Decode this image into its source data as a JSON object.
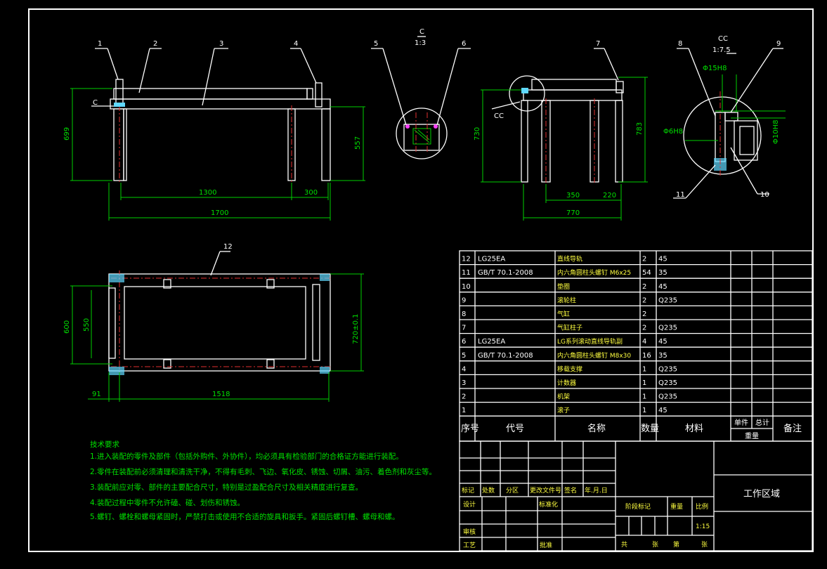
{
  "views": {
    "front": {
      "balloons": [
        "1",
        "2",
        "3",
        "4"
      ],
      "section_marker": "C",
      "dims": {
        "height_left": "699",
        "height_right": "557",
        "span": "1300",
        "offset": "300",
        "total": "1700"
      }
    },
    "detail_c": {
      "title_letter": "C",
      "scale": "1:3",
      "balloons": [
        "5",
        "6"
      ]
    },
    "side": {
      "balloons": [
        "7"
      ],
      "section_marker": "CC",
      "dims": {
        "height_left": "730",
        "height_right": "783",
        "inner": "350",
        "offset": "220",
        "total": "770"
      }
    },
    "detail_cc": {
      "title_letters": "CC",
      "scale": "1:7.5",
      "balloons": [
        "8",
        "9",
        "10",
        "11"
      ],
      "dims": {
        "d15": "Φ15H8",
        "d6": "Φ6H8",
        "d10": "Φ10H8"
      }
    },
    "top": {
      "balloons": [
        "12"
      ],
      "dims": {
        "depth": "600",
        "inner": "550",
        "width_right": "720±0.1",
        "left_offset": "91",
        "span": "1518"
      }
    }
  },
  "bom": {
    "rows": [
      {
        "no": "12",
        "code": "LG25EA",
        "name": "直线导轨",
        "qty": "2",
        "material": "45"
      },
      {
        "no": "11",
        "code": "GB/T 70.1-2008",
        "name": "内六角圆柱头螺钉 M6x25",
        "qty": "54",
        "material": "35"
      },
      {
        "no": "10",
        "code": "",
        "name": "垫圈",
        "qty": "2",
        "material": "45"
      },
      {
        "no": "9",
        "code": "",
        "name": "滚轮柱",
        "qty": "2",
        "material": "Q235"
      },
      {
        "no": "8",
        "code": "",
        "name": "气缸",
        "qty": "2",
        "material": ""
      },
      {
        "no": "7",
        "code": "",
        "name": "气缸柱子",
        "qty": "2",
        "material": "Q235"
      },
      {
        "no": "6",
        "code": "LG25EA",
        "name": "LG系列滚动直线导轨副",
        "qty": "4",
        "material": "45"
      },
      {
        "no": "5",
        "code": "GB/T 70.1-2008",
        "name": "内六角圆柱头螺钉 M8x30",
        "qty": "16",
        "material": "35"
      },
      {
        "no": "4",
        "code": "",
        "name": "移载支撑",
        "qty": "1",
        "material": "Q235"
      },
      {
        "no": "3",
        "code": "",
        "name": "计数器",
        "qty": "1",
        "material": "Q235"
      },
      {
        "no": "2",
        "code": "",
        "name": "机架",
        "qty": "1",
        "material": "Q235"
      },
      {
        "no": "1",
        "code": "",
        "name": "滚子",
        "qty": "1",
        "material": "45"
      }
    ],
    "header": {
      "no": "序号",
      "code": "代号",
      "name": "名称",
      "qty": "数量",
      "material": "材料",
      "single": "单件",
      "total": "总计",
      "weight": "重量",
      "remark": "备注"
    }
  },
  "title_block": {
    "labels": {
      "mark": "标记",
      "count": "处数",
      "zone": "分区",
      "change_doc": "更改文件号",
      "sign": "签名",
      "date": "年.月.日",
      "design": "设计",
      "standard": "标准化",
      "review": "审核",
      "process": "工艺",
      "approve": "批准",
      "stage": "阶段标记",
      "weight": "重量",
      "scale": "比例",
      "sheets_total": "共",
      "sheets_word": "张",
      "sheet_no": "第",
      "sheet_word": "张"
    },
    "scale_value": "1:15",
    "work_area": "工作区域"
  },
  "notes": {
    "title": "技术要求",
    "items": [
      "1.进入装配的零件及部件（包括外购件、外协件），均必须具有检验部门的合格证方能进行装配。",
      "2.零件在装配前必须清理和清洗干净，不得有毛刺、飞边、氧化皮、锈蚀、切屑、油污、着色剂和灰尘等。",
      "3.装配前应对零、部件的主要配合尺寸，特别是过盈配合尺寸及相关精度进行复查。",
      "4.装配过程中零件不允许磕、碰、划伤和锈蚀。",
      "5.螺钉、螺栓和螺母紧固时，严禁打击或使用不合适的旋具和扳手。紧固后螺钉槽、螺母和螺。"
    ]
  }
}
